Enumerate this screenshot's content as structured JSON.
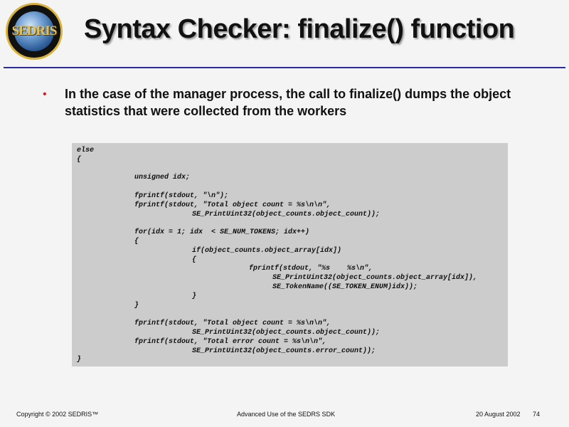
{
  "logo": {
    "text": "SEDRIS"
  },
  "title": "Syntax Checker: finalize() function",
  "bullet": "In the case of the manager process, the call to finalize() dumps the object statistics that were collected from the workers",
  "code_lines": [
    "else",
    "{",
    "",
    "unsigned idx;",
    "",
    "fprintf(stdout, \"\\n\");",
    "fprintf(stdout, \"Total object count = %s\\n\\n\",",
    "SE_PrintUint32(object_counts.object_count));",
    "",
    "for(idx = 1; idx  < SE_NUM_TOKENS; idx++)",
    "{",
    "if(object_counts.object_array[idx])",
    "{",
    "fprintf(stdout, \"%s    %s\\n\",",
    "SE_PrintUint32(object_counts.object_array[idx]),",
    "SE_TokenName((SE_TOKEN_ENUM)idx));",
    "}",
    "}",
    "",
    "fprintf(stdout, \"Total object count = %s\\n\\n\",",
    "SE_PrintUint32(object_counts.object_count));",
    "fprintf(stdout, \"Total error count = %s\\n\\n\",",
    "SE_PrintUint32(object_counts.error_count));",
    "}"
  ],
  "footer": {
    "copyright": "Copyright © 2002 SEDRIS™",
    "center": "Advanced Use of the SEDRS SDK",
    "date": "20 August 2002",
    "page": "74"
  }
}
